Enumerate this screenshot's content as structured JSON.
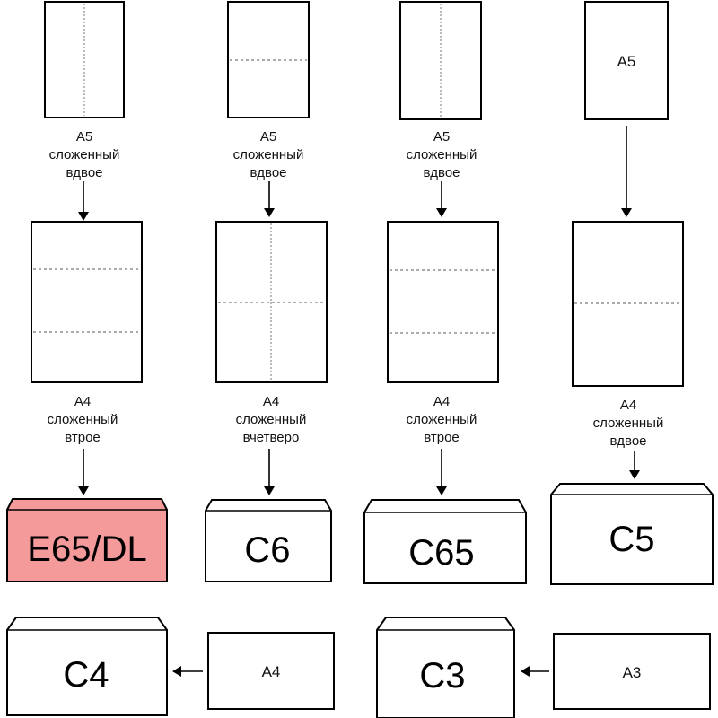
{
  "columns": [
    {
      "source_label": [
        "A5",
        "сложенный",
        "вдвое"
      ],
      "sheet_label": [
        "A4",
        "сложенный",
        "втрое"
      ],
      "envelope": "E65/DL",
      "highlight": true
    },
    {
      "source_label": [
        "A5",
        "сложенный",
        "вдвое"
      ],
      "sheet_label": [
        "A4",
        "сложенный",
        "вчетверо"
      ],
      "envelope": "C6",
      "highlight": false
    },
    {
      "source_label": [
        "A5",
        "сложенный",
        "вдвое"
      ],
      "sheet_label": [
        "A4",
        "сложенный",
        "втрое"
      ],
      "envelope": "C65",
      "highlight": false
    },
    {
      "source_label": [
        "A5"
      ],
      "sheet_label": [
        "A4",
        "сложенный",
        "вдвое"
      ],
      "envelope": "C5",
      "highlight": false
    }
  ],
  "bottom": [
    {
      "envelope": "C4",
      "source": "A4"
    },
    {
      "envelope": "C3",
      "source": "A3"
    }
  ],
  "colors": {
    "highlight_fill": "#f59a9a",
    "stroke": "#000000"
  }
}
